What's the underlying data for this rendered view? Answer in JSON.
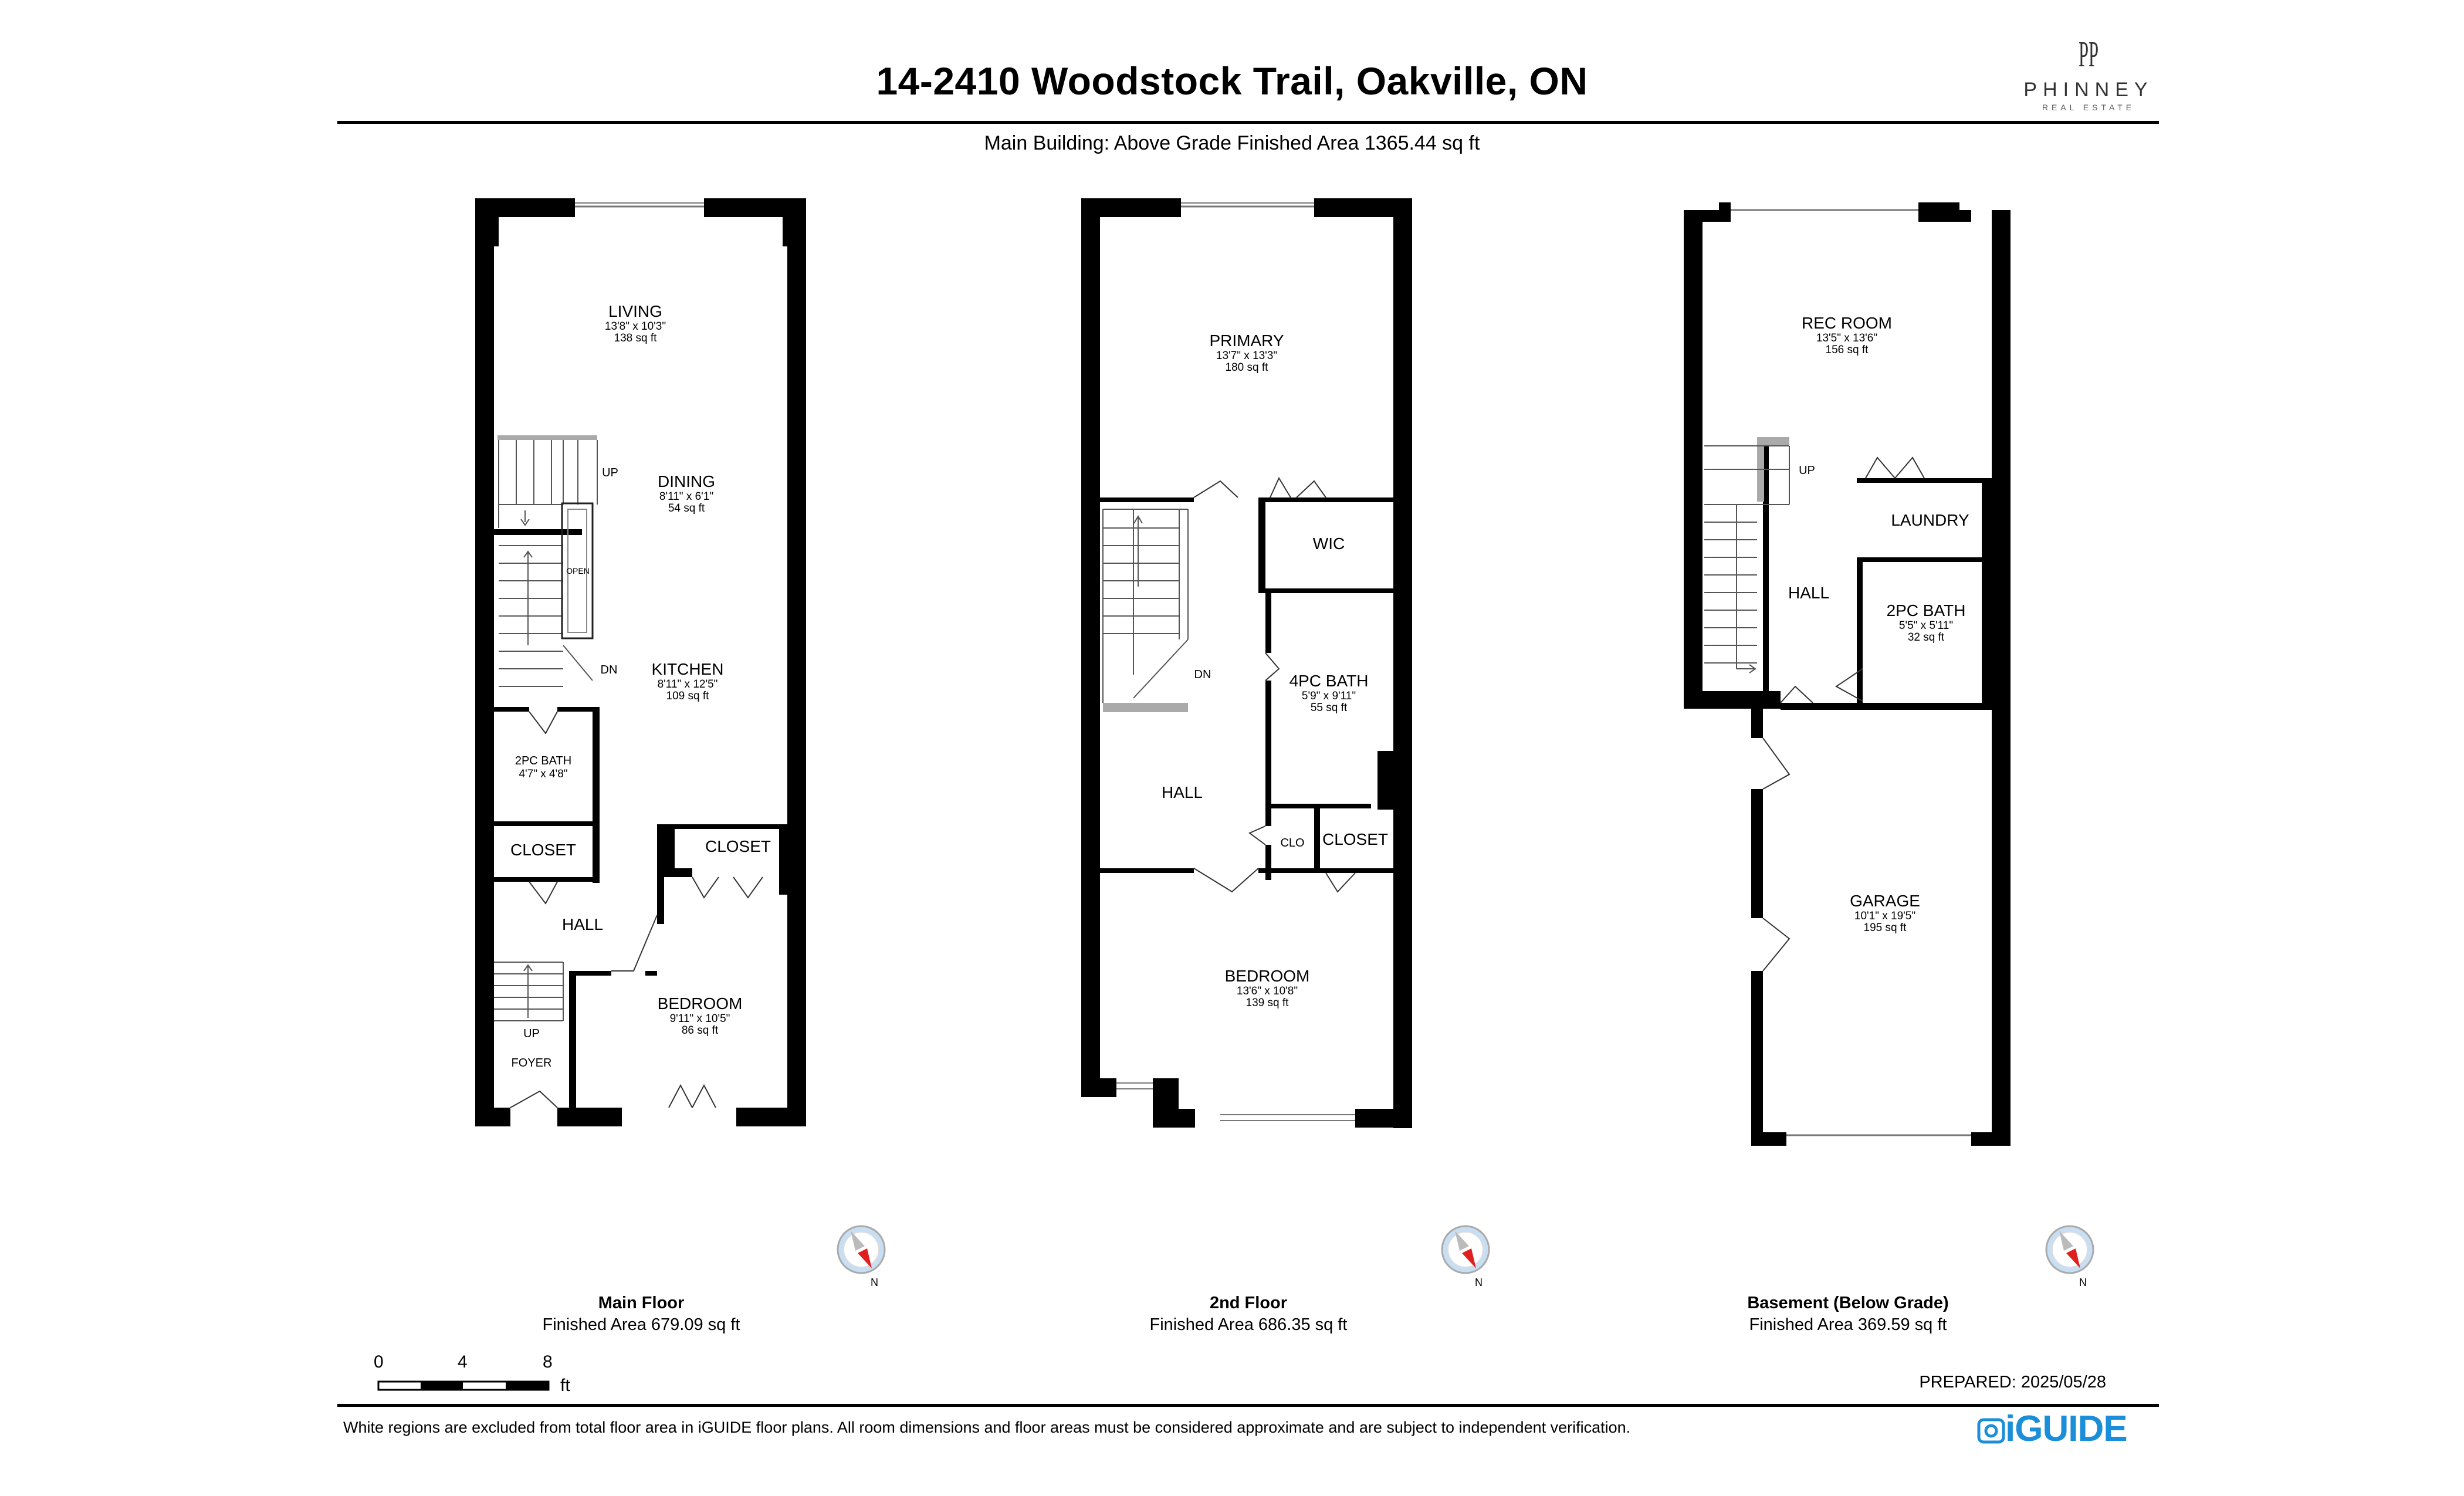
{
  "header": {
    "title": "14-2410 Woodstock Trail, Oakville, ON",
    "subtitle": "Main Building: Above Grade Finished Area 1365.44 sq ft"
  },
  "brand": {
    "logo_letters": "PP",
    "name": "PHINNEY",
    "tagline": "REAL ESTATE"
  },
  "floors": [
    {
      "name": "Main Floor",
      "area": "Finished Area 679.09 sq ft",
      "rooms": [
        {
          "name": "LIVING",
          "dims": "13'8\" x 10'3\"",
          "area": "138 sq ft"
        },
        {
          "name": "DINING",
          "dims": "8'11\" x 6'1\"",
          "area": "54 sq ft"
        },
        {
          "name": "KITCHEN",
          "dims": "8'11\" x 12'5\"",
          "area": "109 sq ft"
        },
        {
          "name": "2PC BATH",
          "dims": "4'7\" x 4'8\""
        },
        {
          "name": "CLOSET"
        },
        {
          "name": "CLOSET"
        },
        {
          "name": "HALL"
        },
        {
          "name": "BEDROOM",
          "dims": "9'11\" x 10'5\"",
          "area": "86 sq ft"
        },
        {
          "name": "FOYER"
        }
      ],
      "labels": [
        "UP",
        "OPEN",
        "DN",
        "UP"
      ]
    },
    {
      "name": "2nd Floor",
      "area": "Finished Area 686.35 sq ft",
      "rooms": [
        {
          "name": "PRIMARY",
          "dims": "13'7\" x 13'3\"",
          "area": "180 sq ft"
        },
        {
          "name": "WIC"
        },
        {
          "name": "4PC BATH",
          "dims": "5'9\" x 9'11\"",
          "area": "55 sq ft"
        },
        {
          "name": "HALL"
        },
        {
          "name": "CLO"
        },
        {
          "name": "CLOSET"
        },
        {
          "name": "BEDROOM",
          "dims": "13'6\" x 10'8\"",
          "area": "139 sq ft"
        }
      ],
      "labels": [
        "DN"
      ]
    },
    {
      "name": "Basement (Below Grade)",
      "area": "Finished Area 369.59 sq ft",
      "rooms": [
        {
          "name": "REC ROOM",
          "dims": "13'5\" x 13'6\"",
          "area": "156 sq ft"
        },
        {
          "name": "LAUNDRY"
        },
        {
          "name": "HALL"
        },
        {
          "name": "2PC BATH",
          "dims": "5'5\" x 5'11\"",
          "area": "32 sq ft"
        },
        {
          "name": "GARAGE",
          "dims": "10'1\" x 19'5\"",
          "area": "195 sq ft"
        }
      ],
      "labels": [
        "UP"
      ]
    }
  ],
  "compass": {
    "north_label": "N"
  },
  "scale": {
    "ticks": [
      "0",
      "4",
      "8"
    ],
    "unit": "ft"
  },
  "footer": {
    "prepared": "PREPARED: 2025/05/28",
    "disclaimer": "White regions are excluded from total floor area in iGUIDE floor plans. All room dimensions and floor areas must be considered approximate and are subject to independent verification.",
    "product": "iGUIDE"
  },
  "colors": {
    "wall": "#000000",
    "stair_rail": "#999999",
    "compass_red": "#e0201e",
    "compass_blue": "#c8def2",
    "brand_blue": "#1a8ed8"
  }
}
